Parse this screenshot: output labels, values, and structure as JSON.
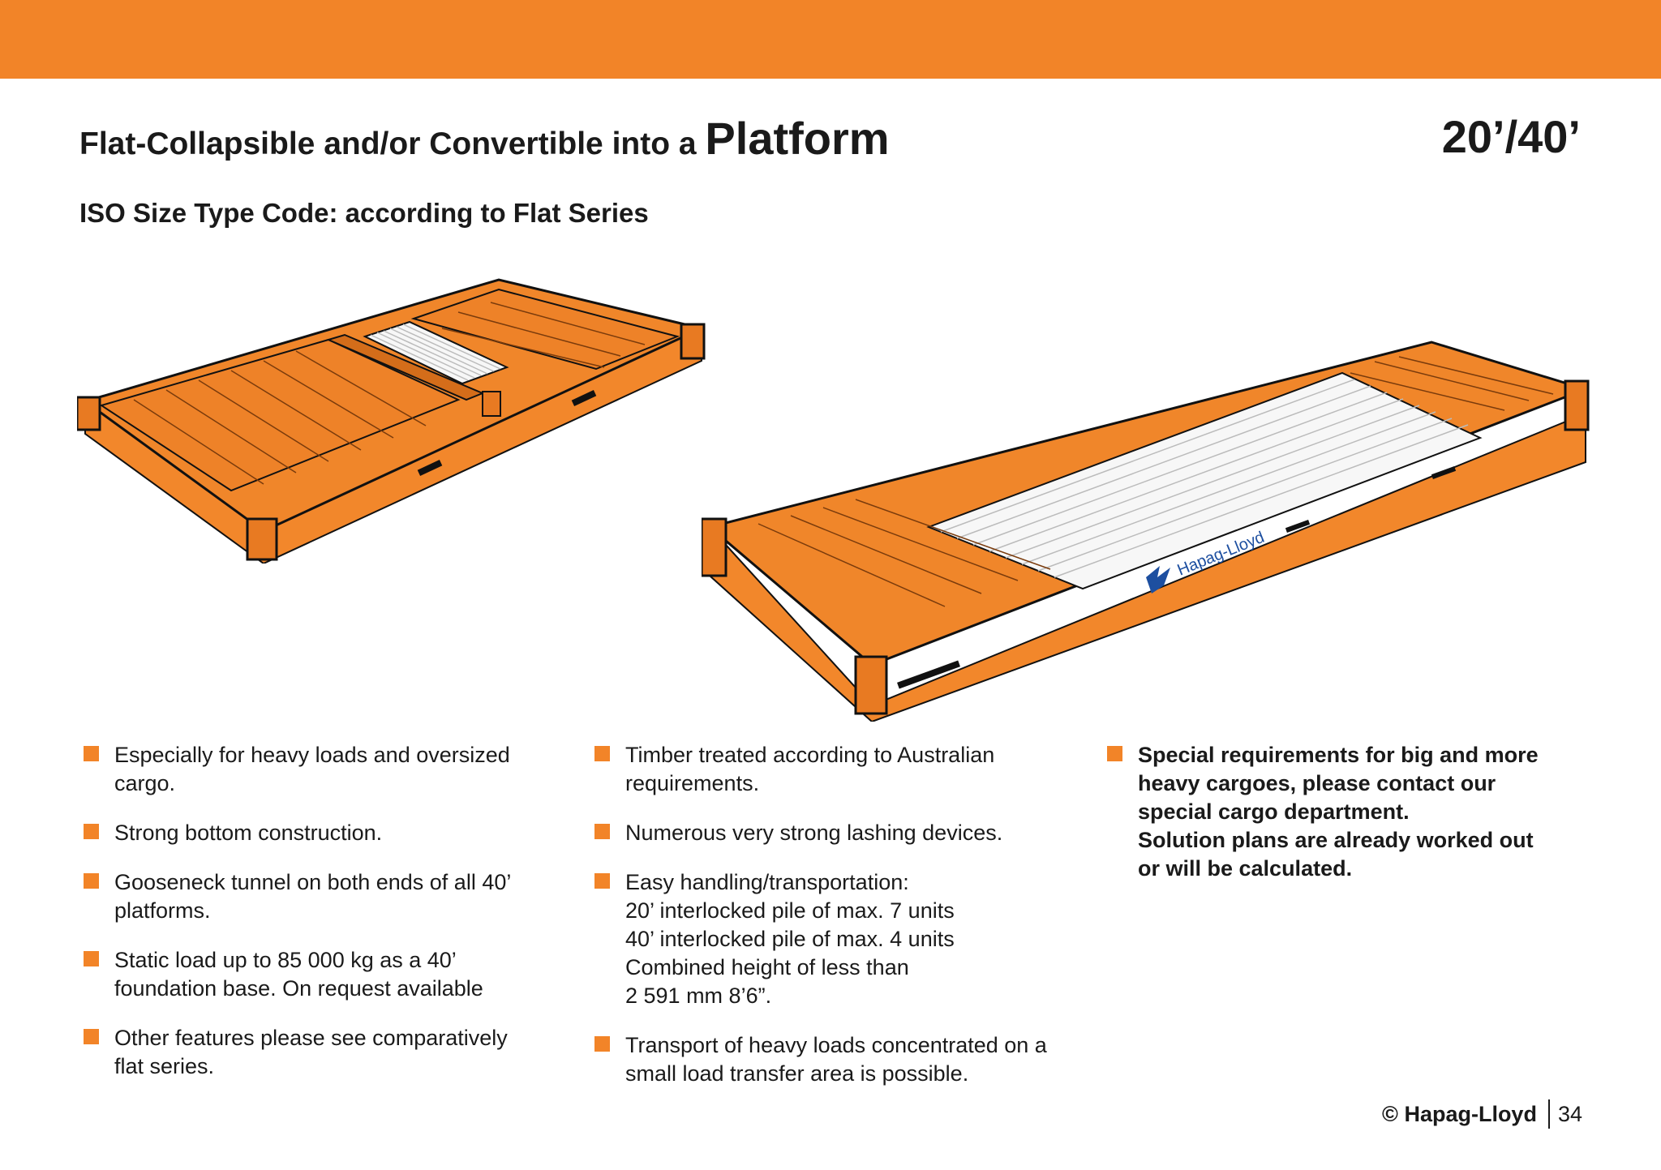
{
  "header": {
    "title_prefix": "Flat-Collapsible and/or Convertible into a",
    "title_emphasis": "Platform",
    "size": "20’/40’",
    "subtitle": "ISO Size Type Code: according to Flat Series"
  },
  "colors": {
    "accent": "#f28428",
    "text": "#1a1a1a"
  },
  "illustration_left": {
    "icon": "collapsed-flat-rack-20ft-illustration"
  },
  "illustration_right": {
    "icon": "platform-40ft-illustration",
    "logo_text": "Hapag-Lloyd"
  },
  "features": {
    "col1": [
      "Especially for heavy loads and oversized\ncargo.",
      "Strong bottom construction.",
      "Gooseneck tunnel on both ends of all 40’\nplatforms.",
      "Static load up to 85 000 kg as a 40’\nfoundation base. On request available",
      "Other features please see comparatively\nflat series."
    ],
    "col2": [
      "Timber treated according to Australian\nrequirements.",
      "Numerous very strong lashing devices.",
      "Easy handling/transportation:\n20’ interlocked pile of max. 7 units\n40’ interlocked pile of max. 4 units\nCombined height of less than\n2 591 mm 8’6”.",
      "Transport of heavy loads concentrated on a\nsmall load transfer area is possible."
    ],
    "col3": [
      "Special requirements for big and more\nheavy cargoes, please contact our\nspecial cargo department.\nSolution plans are already worked out\nor will be calculated."
    ]
  },
  "footer": {
    "copyright": "© Hapag-Lloyd",
    "page": "34"
  }
}
